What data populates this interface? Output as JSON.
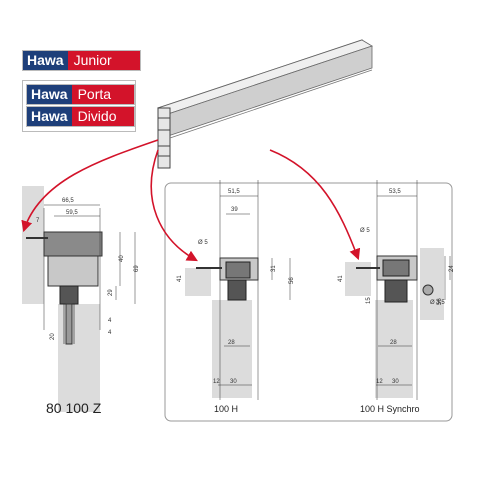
{
  "logos": {
    "junior": {
      "brand": "Hawa",
      "model": "Junior"
    },
    "porta": {
      "brand": "Hawa",
      "model": "Porta"
    },
    "divido": {
      "brand": "Hawa",
      "model": "Divido"
    }
  },
  "labels": {
    "left_models": "80  100 Z",
    "mid_model": "100 H",
    "right_model": "100 H Synchro"
  },
  "dims_left": {
    "d1": "66,5",
    "d2": "59,5",
    "d3": "7",
    "d4": "40",
    "d5": "69",
    "d6": "29",
    "d7": "20",
    "d8": "4",
    "d9": "4"
  },
  "dims_mid": {
    "d1": "51,5",
    "d2": "39",
    "d3": "Ø 5",
    "d4": "31",
    "d5": "56",
    "d6": "28",
    "d7": "12",
    "d8": "30",
    "d9": "41"
  },
  "dims_right": {
    "d1": "53,5",
    "d2": "Ø 5",
    "d3": "41",
    "d4": "24",
    "d5": "56",
    "d6": "Ø 3,5",
    "d7": "28",
    "d8": "12",
    "d9": "30",
    "d10": "15"
  },
  "colors": {
    "brand_blue": "#1e3f7a",
    "brand_red": "#d3132a",
    "arrow_red": "#d3132a"
  }
}
